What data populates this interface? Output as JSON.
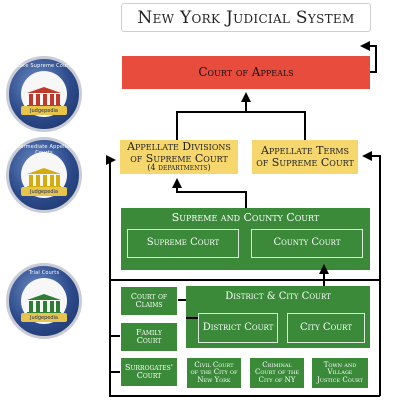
{
  "title": "New York Judicial System",
  "seals": [
    {
      "ring_text": "State Supreme Courts",
      "ribbon": "Judgepedia",
      "column_color": "#c0392b"
    },
    {
      "ring_text": "Intermediate Appellate Courts",
      "ribbon": "Judgepedia",
      "column_color": "#d4ac0d"
    },
    {
      "ring_text": "Trial Courts",
      "ribbon": "Judgepedia",
      "column_color": "#2e7d32"
    }
  ],
  "courts": {
    "appeals": "Court of Appeals",
    "appellate_divisions": "Appellate Divisions of Supreme Court",
    "appellate_divisions_sub": "(4 departments)",
    "appellate_terms": "Appellate Terms of Supreme Court",
    "supreme_county_header": "Supreme and County Court",
    "supreme": "Supreme Court",
    "county": "County Court",
    "district_city_header": "District & City Court",
    "district": "District Court",
    "city": "City Court",
    "claims": "Court of Claims",
    "family": "Family Court",
    "surrogates": "Surrogates' Court",
    "civil_nyc": "Civil Court of the City of New York",
    "criminal_nyc": "Criminal Court of the City of NY",
    "town_village": "Town and Village Justice Court"
  },
  "colors": {
    "appeals": "#e74c3c",
    "appellate": "#f5d76e",
    "trial": "#3a8a3a",
    "connector": "#000000"
  }
}
